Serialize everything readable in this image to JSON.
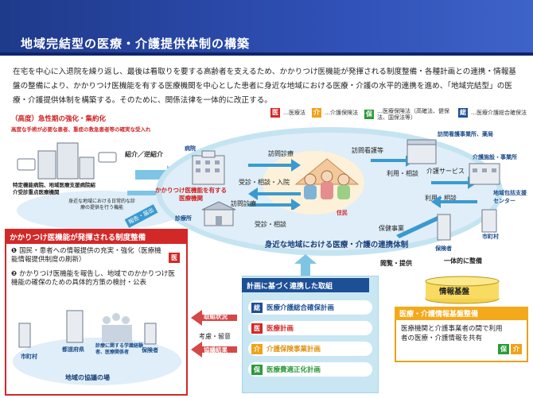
{
  "header": {
    "title": "地域完結型の医療・介護提供体制の構築"
  },
  "intro": {
    "text": "在宅を中心に入退院を繰り返し、最後は看取りを要する高齢者を支えるため、かかりつけ医機能が発揮される制度整備・各種計画との連携・情報基盤の整備により、かかりつけ医機能を有する医療機関を中心とした患者に身近な地域における医療・介護の水平的連携を進め、「地域完結型」の医療・介護提供体制を構築する。そのために、関係法律を一体的に改正する。"
  },
  "legend": [
    {
      "tag": "医",
      "color": "#d32828",
      "label": "…医療法"
    },
    {
      "tag": "介",
      "color": "#f0a21a",
      "label": "…介護保険法"
    },
    {
      "tag": "保",
      "color": "#2c9a3a",
      "label": "…医療保険法（高確法、健保法、国保法等）"
    },
    {
      "tag": "総",
      "color": "#1d4f95",
      "label": "…医療介護総合確保法"
    }
  ],
  "left_top": {
    "acute_title": "（高度）急性期の強化・集約化",
    "acute_sub": "高度な手術が必要な患者、重症の救急患者等の確実な受入れ",
    "referral": "紹介／逆紹介",
    "specific_hosp": "特定機能病院、地域医療支援病院紹介受診重点医療機関",
    "support": "身近な地域における日常的な診療の提供を行う機能"
  },
  "oval": {
    "hospital": "病院",
    "clinic": "診療所",
    "kakaritsuke_red": "かかりつけ医機能を有する医療機関",
    "visit_medical": "訪問診療",
    "visit_medical2": "訪問診療",
    "outpatient_admit": "受診・相談・入院",
    "outpatient": "受診・相談",
    "visit_nursing": "訪問看護等",
    "use_consult": "利用・相談",
    "care_service": "介護サービス",
    "use_consult2": "利用・相談",
    "insurance_work": "保健事業",
    "resident": "住民",
    "horizontal": "身近な地域における医療・介護の連携体制",
    "home_nursing": "訪問看護事業所、薬局",
    "care_facility": "介護施設・事業所",
    "community_center": "地域包括支援センター",
    "municipality": "市町村",
    "insurer": "保険者",
    "share_arrow": "報告・届出"
  },
  "info": {
    "unified": "一体的に整備",
    "browse": "閲覧・提供",
    "base": "情報基盤"
  },
  "red_box": {
    "title": "かかりつけ医機能が発揮される制度整備",
    "item1": "国民・患者への情報提供の充実・強化（医療機能情報提供制度の刷新）",
    "item2": "かかりつけ医機能を報告し、地域でのかかりつけ医機能の確保のための具体的方策の検討・公表",
    "tag": "医",
    "pref": "都道府県",
    "city": "市町村",
    "experts": "診療に関する学識経験者、医療関係者",
    "insurer": "保険者",
    "forum": "地域の協議の場"
  },
  "middle_arrows": {
    "status": "取組状況",
    "consider": "考慮・留意",
    "result": "協議結果"
  },
  "plans": {
    "title": "計画に基づく連携した取組",
    "items": [
      {
        "tag": "総",
        "color": "#1d4f95",
        "label": "医療介護総合確保計画"
      },
      {
        "tag": "医",
        "color": "#d32828",
        "label": "医療計画"
      },
      {
        "tag": "介",
        "color": "#f0a21a",
        "label": "介護保険事業計画"
      },
      {
        "tag": "保",
        "color": "#2c9a3a",
        "label": "医療費適正化計画"
      }
    ]
  },
  "orange_box": {
    "title": "医療・介護情報基盤整備",
    "text": "医療機関と介護事業者の間で利用者の医療・介護情報を共有",
    "tag1": "保",
    "tag2": "介"
  }
}
